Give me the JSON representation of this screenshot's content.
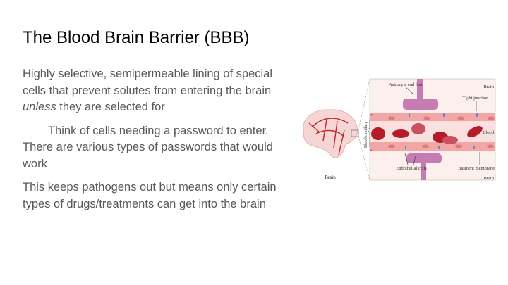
{
  "slide": {
    "title": "The Blood Brain Barrier (BBB)",
    "para1_a": "Highly selective, semipermeable lining of special cells that prevent solutes from entering the brain ",
    "para1_em": "unless",
    "para1_b": " they are selected for",
    "para2": "Think of cells needing a password to enter. There are various types of passwords that would work",
    "para3": "This keeps pathogens out but means only certain types of drugs/treatments can get into the brain"
  },
  "diagram": {
    "brain_label": "Brain",
    "astrocyte": "Astrocyte end feet",
    "brain_top": "Brain",
    "tight_junction": "Tight junction",
    "blood_capillary": "Blood capillary",
    "blood": "Blood",
    "endothelial": "Endothelial cells",
    "basement": "Basment membrane",
    "brain_bottom": "Brain"
  }
}
